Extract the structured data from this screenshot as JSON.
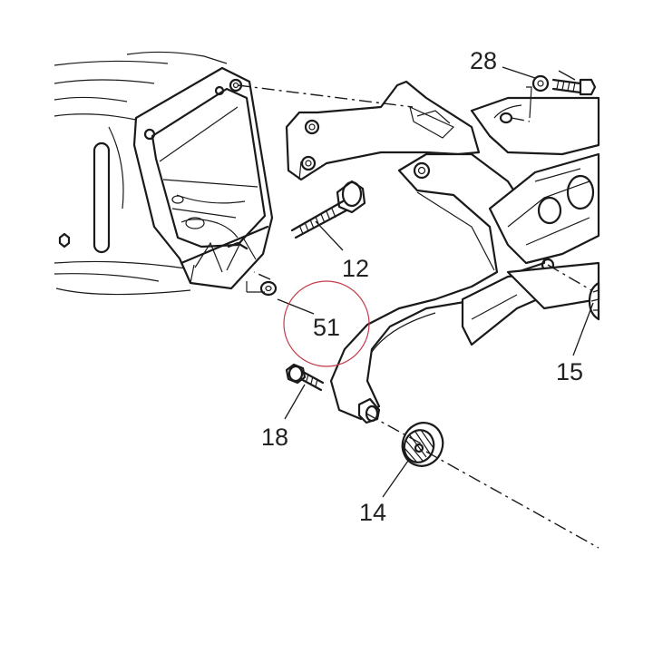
{
  "callouts": {
    "c28": "28",
    "c12": "12",
    "c51": "51",
    "c15": "15",
    "c18": "18",
    "c14": "14"
  },
  "colors": {
    "line": "#1a1a1a",
    "highlight_circle": "#c43b4a",
    "background": "#ffffff"
  }
}
